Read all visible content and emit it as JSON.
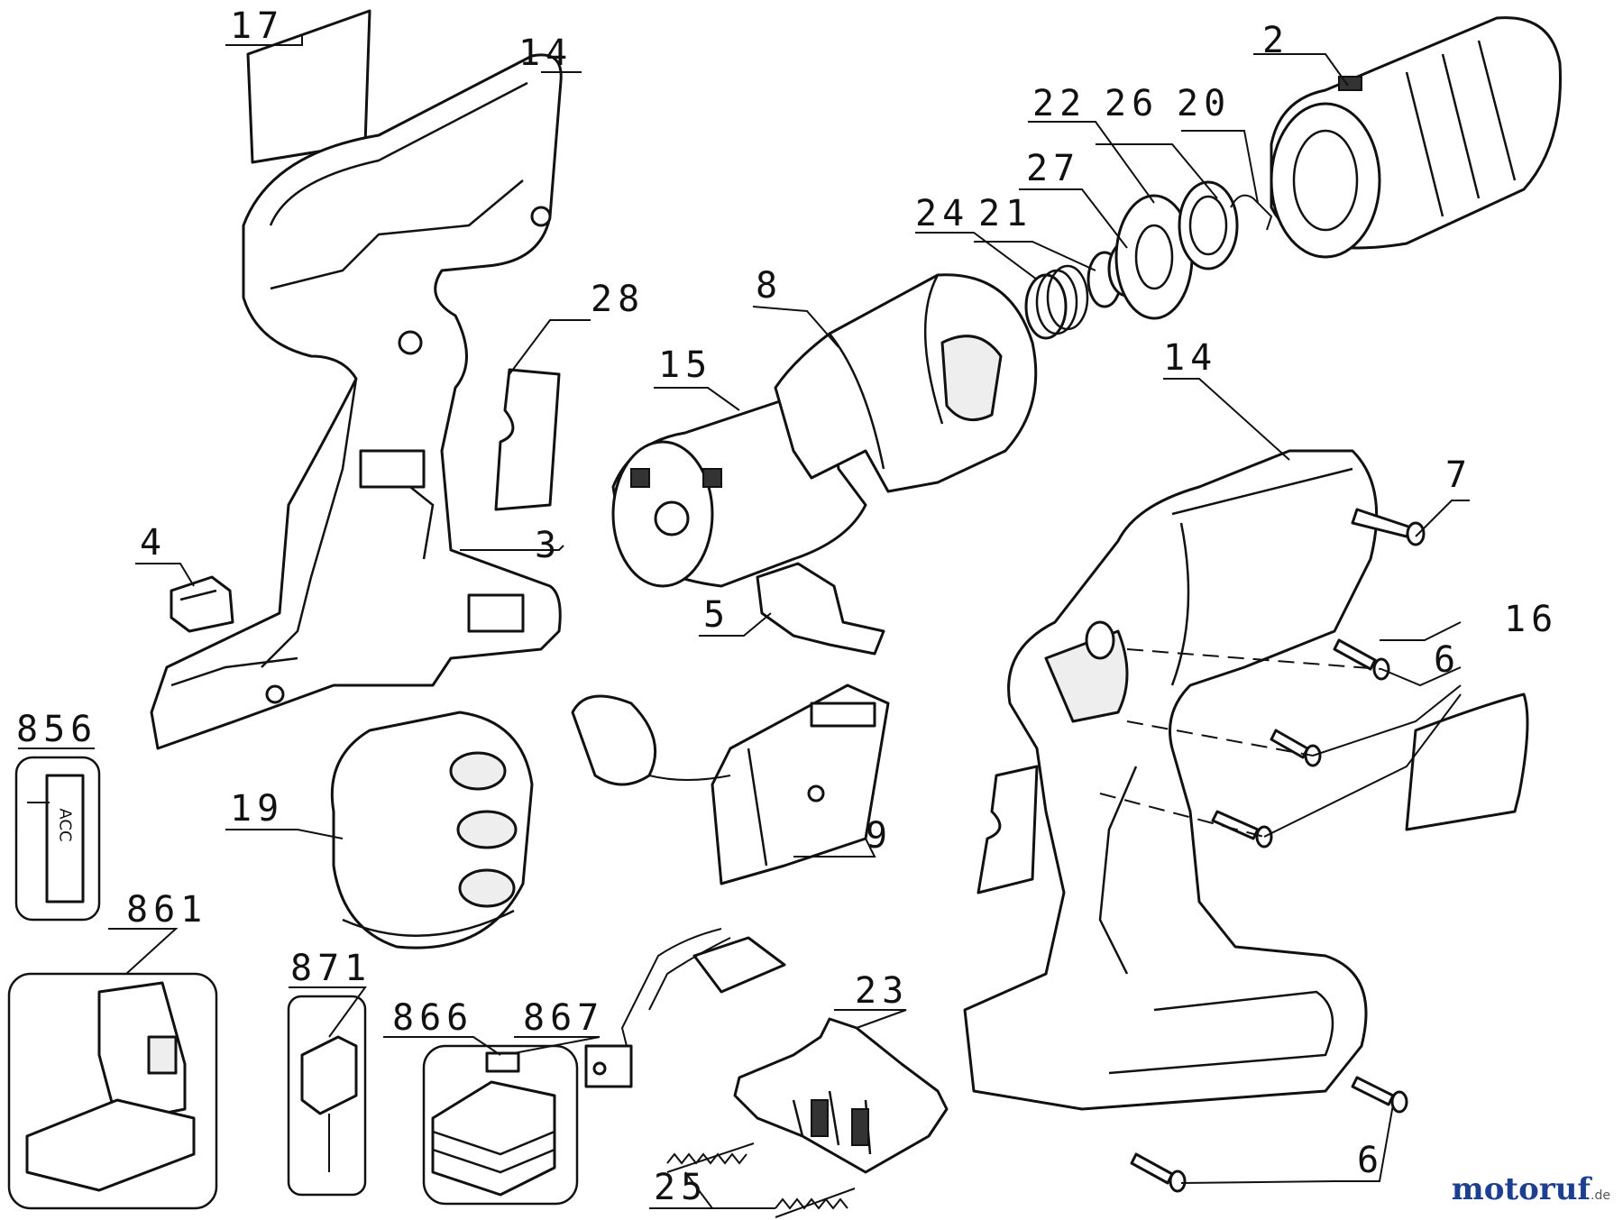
{
  "parts": {
    "p17": "17",
    "p14a": "14",
    "p2": "2",
    "p22": "22",
    "p26": "26",
    "p20": "20",
    "p27": "27",
    "p24": "24",
    "p21": "21",
    "p28": "28",
    "p8": "8",
    "p15": "15",
    "p14b": "14",
    "p7": "7",
    "p4": "4",
    "p3": "3",
    "p5": "5",
    "p16": "16",
    "p6a": "6",
    "p856": "856",
    "p19": "19",
    "p9": "9",
    "p861": "861",
    "p871": "871",
    "p866": "866",
    "p867": "867",
    "p23": "23",
    "p25": "25",
    "p6b": "6"
  },
  "acc_label": "ACC",
  "watermark": {
    "main": "motoruf",
    "suffix": ".de"
  }
}
